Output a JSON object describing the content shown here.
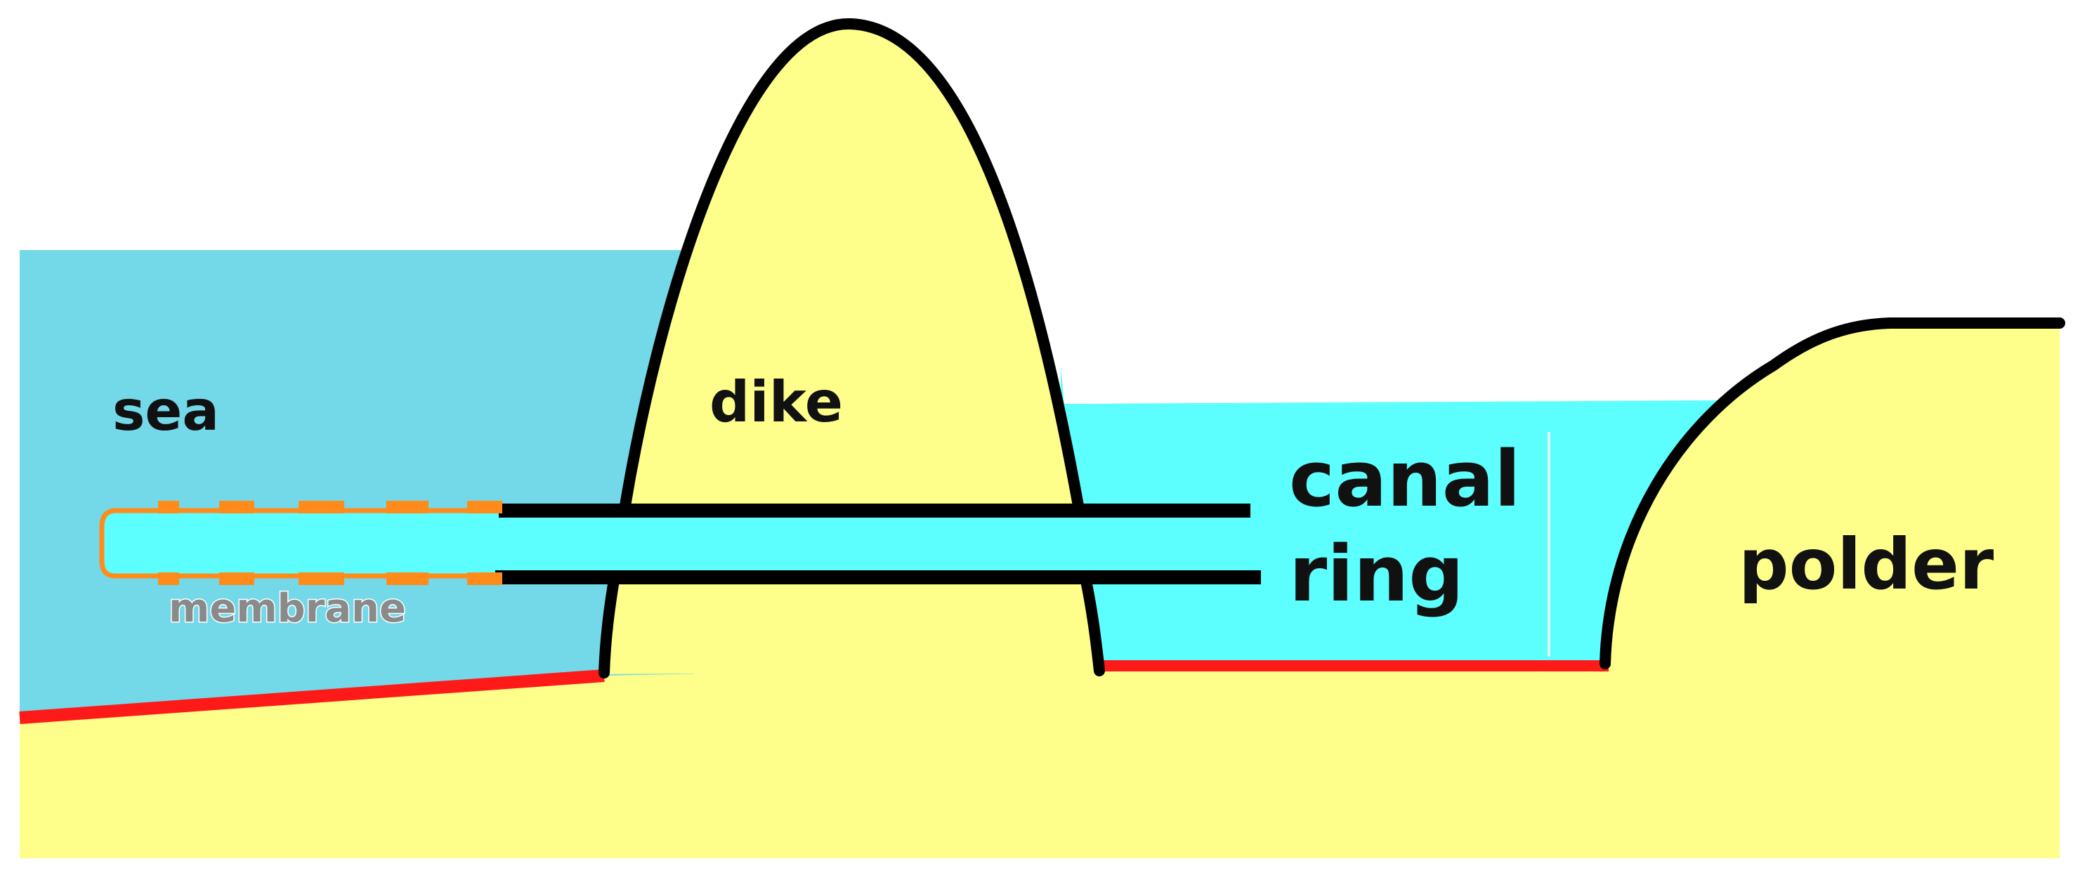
{
  "labels": {
    "sea": "sea",
    "dike": "dike",
    "canal": "canal",
    "ring": "ring",
    "polder": "polder",
    "membrane": "membrane"
  },
  "colors": {
    "sea": "#73d8e8",
    "canal": "#5cfefe",
    "sand": "#fefe8a",
    "outline": "#000000",
    "bed_line": "#ff1a1a",
    "membrane": "#ff8c1a",
    "membrane_label": "#8a8a8a"
  }
}
